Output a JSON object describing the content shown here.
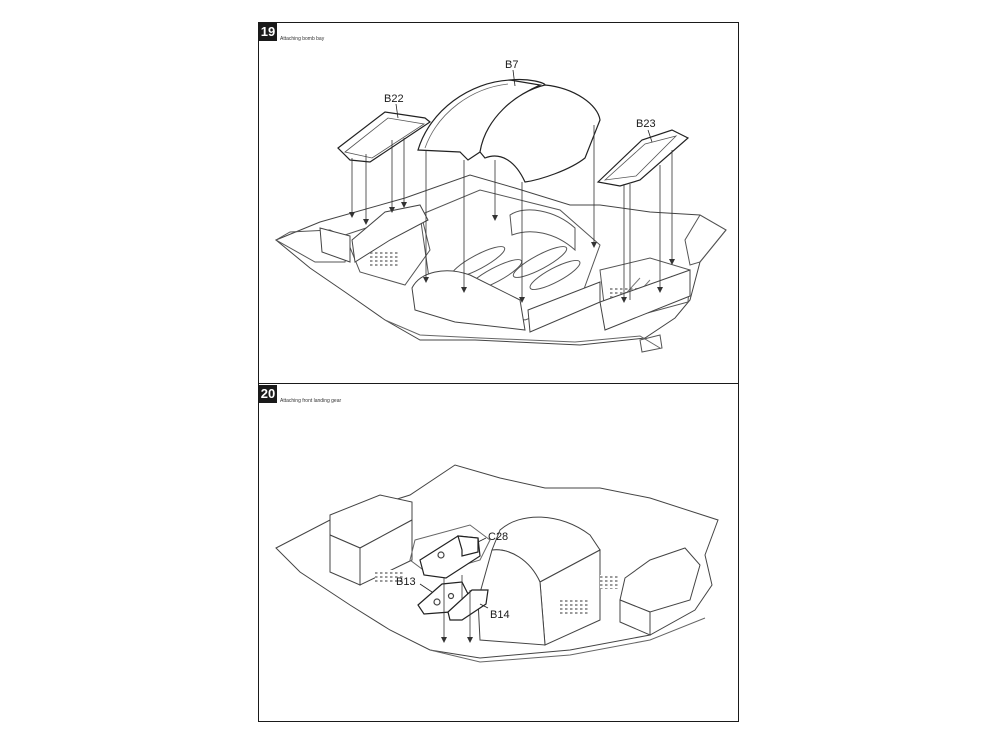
{
  "steps": [
    {
      "number": "19",
      "caption_en": "Attaching bomb bay",
      "parts": {
        "b7": "B7",
        "b22": "B22",
        "b23": "B23"
      }
    },
    {
      "number": "20",
      "caption_en": "Attaching front landing gear",
      "parts": {
        "c28": "C28",
        "b13": "B13",
        "b14": "B14"
      }
    }
  ]
}
